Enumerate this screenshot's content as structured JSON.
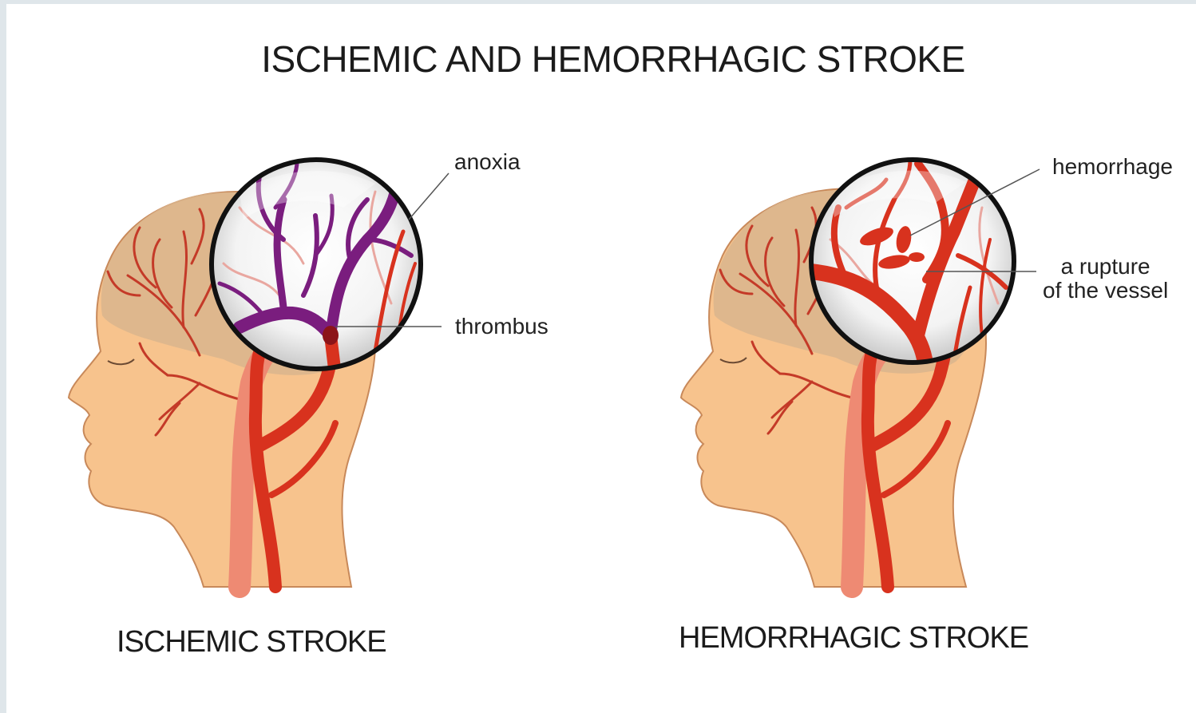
{
  "title": "ISCHEMIC AND HEMORRHAGIC STROKE",
  "panels": [
    {
      "caption": "ISCHEMIC STROKE",
      "labels": {
        "top": "anoxia",
        "bottom": "thrombus"
      }
    },
    {
      "caption": "HEMORRHAGIC STROKE",
      "labels": {
        "top": "hemorrhage",
        "bottom_line1": "a rupture",
        "bottom_line2": "of the vessel"
      }
    }
  ],
  "colors": {
    "skin": "#f7c38d",
    "skin_outline": "#c8895a",
    "brain": "#d9b58d",
    "artery": "#d8321e",
    "artery_light": "#ee8a73",
    "blocked_vessel": "#7a1d7e",
    "thrombus": "#8c1418",
    "lens_rim": "#111111"
  }
}
